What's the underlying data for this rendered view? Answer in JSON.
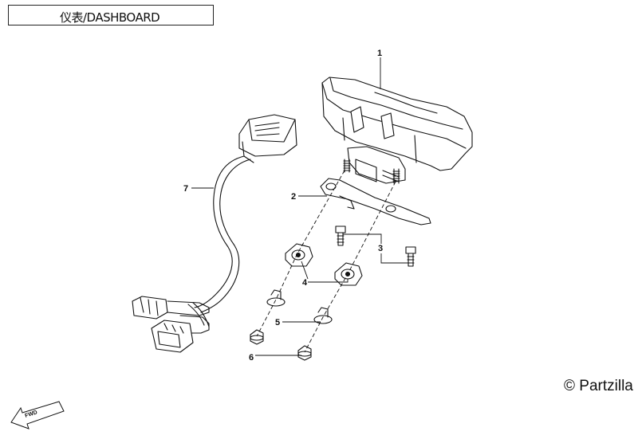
{
  "diagram": {
    "title": "仪表/DASHBOARD",
    "copyright": "© Partzilla",
    "arrow_label": "FWD",
    "callouts": [
      {
        "id": "1",
        "label": "1"
      },
      {
        "id": "2",
        "label": "2"
      },
      {
        "id": "3",
        "label": "3"
      },
      {
        "id": "4",
        "label": "4"
      },
      {
        "id": "5",
        "label": "5"
      },
      {
        "id": "6",
        "label": "6"
      },
      {
        "id": "7",
        "label": "7"
      }
    ],
    "icons": [
      "fwd-arrow-icon"
    ]
  }
}
